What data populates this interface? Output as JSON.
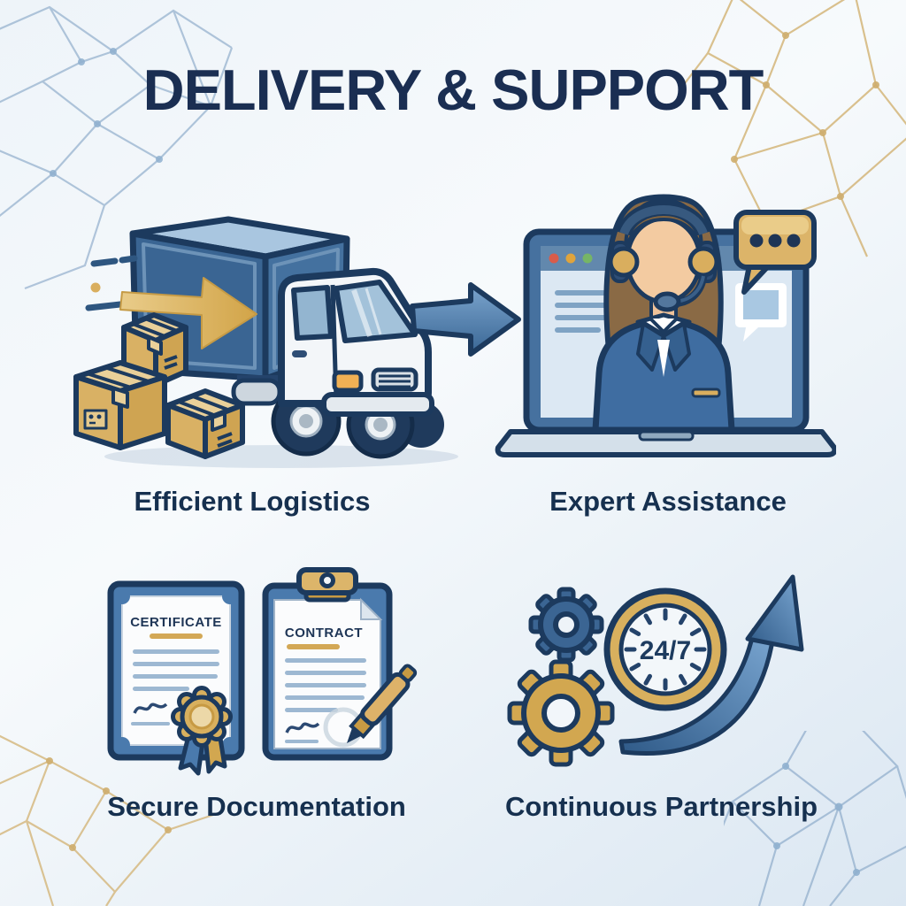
{
  "title": "DELIVERY & SUPPORT",
  "quadrants": [
    {
      "id": "efficient-logistics",
      "label": "Efficient Logistics",
      "icon": "delivery-truck-with-boxes"
    },
    {
      "id": "expert-assistance",
      "label": "Expert Assistance",
      "icon": "support-agent-on-laptop"
    },
    {
      "id": "secure-documentation",
      "label": "Secure Documentation",
      "icon": "certificate-contract-and-pen"
    },
    {
      "id": "continuous-partnership",
      "label": "Continuous Partnership",
      "icon": "gears-clock-growth-arrow"
    }
  ],
  "documents": {
    "certificate_title": "CERTIFICATE",
    "contract_title": "CONTRACT"
  },
  "availability_badge": "24/7",
  "palette": {
    "navy_outline": "#1c3a5e",
    "heading_navy": "#1a2e52",
    "label_navy": "#16304f",
    "primary_blue": "#3b6593",
    "light_blue": "#a9c6e0",
    "gold": "#d8b05e",
    "gold_dark": "#c79a43",
    "mesh_blue": "#9db7d2",
    "mesh_gold": "#d6ba82",
    "background_light": "#f7fafc",
    "background_shade": "#dbe7f2"
  }
}
